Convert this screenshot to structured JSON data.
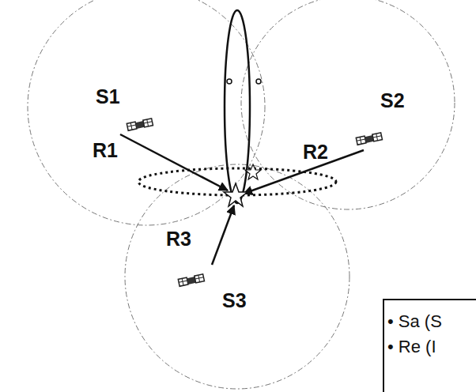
{
  "diagram": {
    "nodes": [
      {
        "text": [
          "• Sa (S",
          "• Re (I"
        ]
      }
    ],
    "labels": [
      "S1",
      "R1",
      "S2",
      "R2",
      "R3",
      "S3"
    ]
  }
}
